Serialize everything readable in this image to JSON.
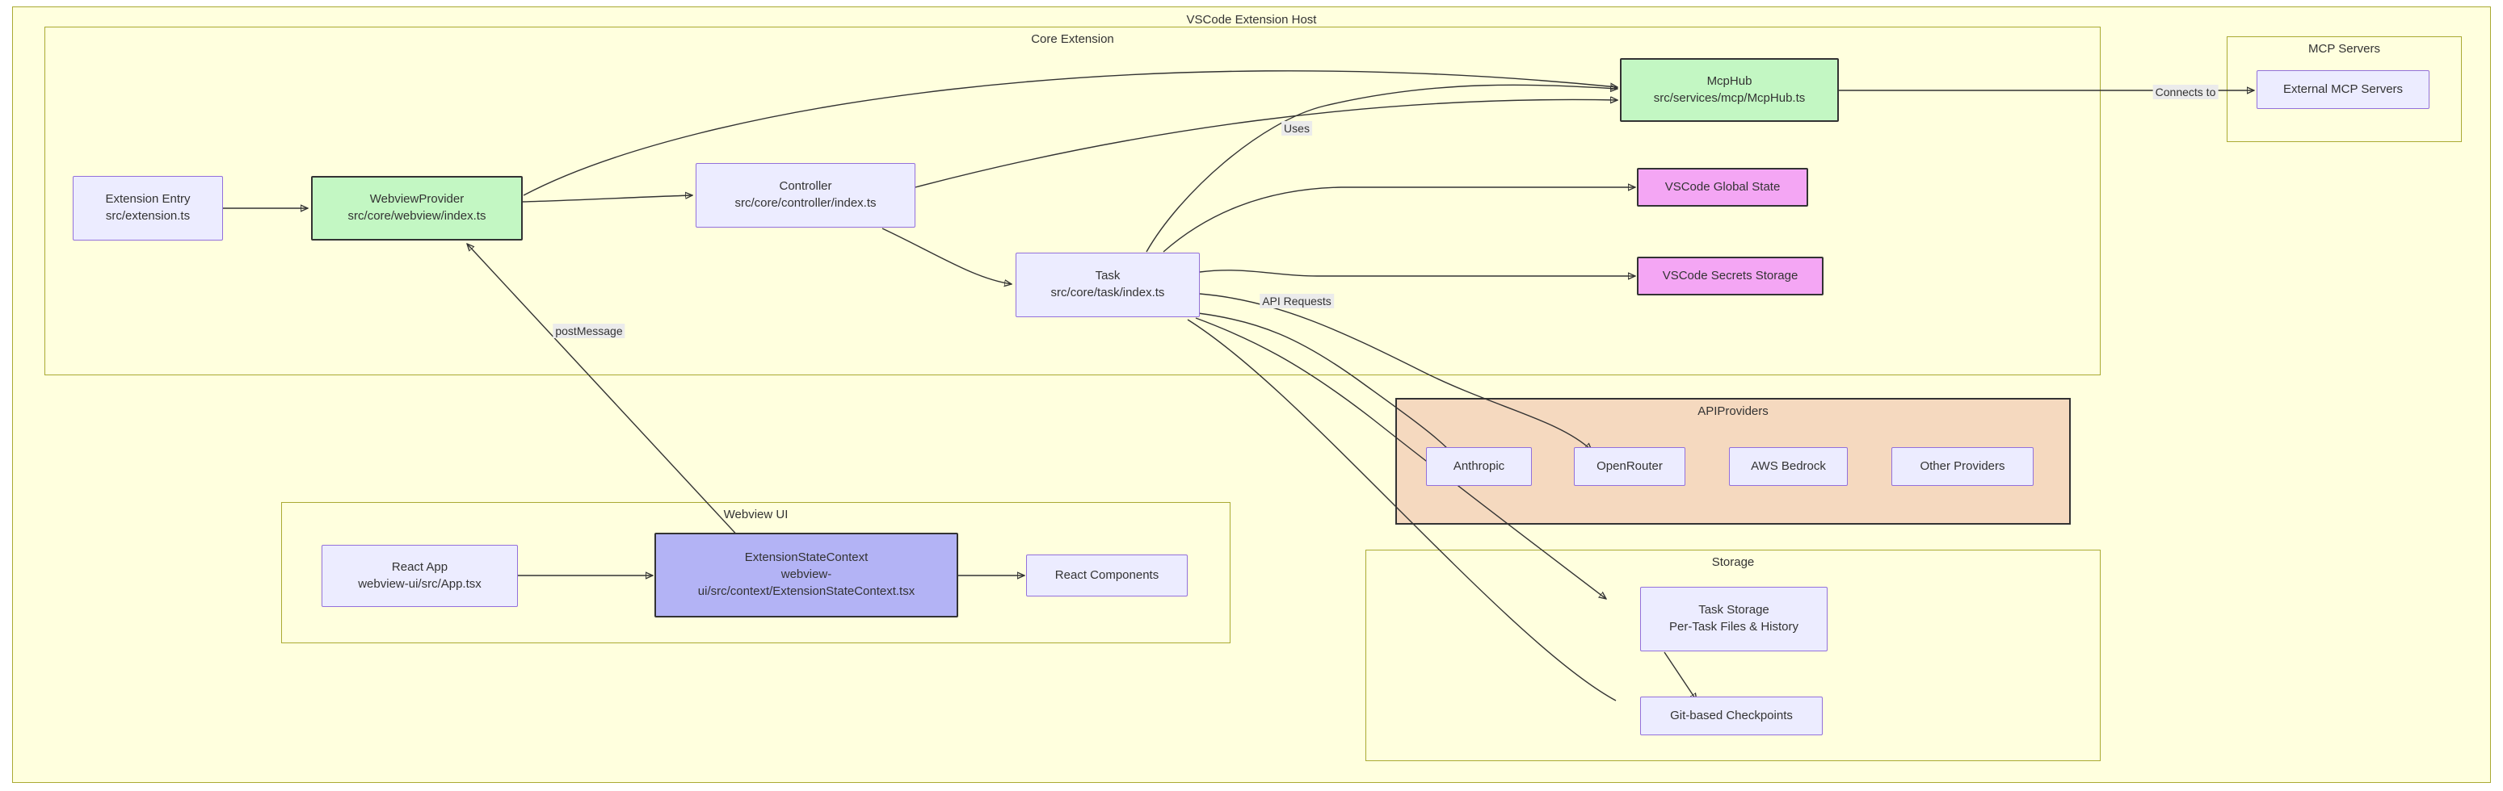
{
  "diagram": {
    "type": "flowchart",
    "title": "VSCode Extension Host",
    "containers": {
      "extension_host": {
        "label": "VSCode Extension Host"
      },
      "core_extension": {
        "label": "Core Extension"
      },
      "webview_ui": {
        "label": "Webview UI"
      },
      "api_providers": {
        "label": "APIProviders"
      },
      "storage": {
        "label": "Storage"
      },
      "mcp_servers": {
        "label": "MCP Servers"
      }
    },
    "nodes": {
      "extension_entry": {
        "line1": "Extension Entry",
        "line2": "src/extension.ts"
      },
      "webview_provider": {
        "line1": "WebviewProvider",
        "line2": "src/core/webview/index.ts"
      },
      "controller": {
        "line1": "Controller",
        "line2": "src/core/controller/index.ts"
      },
      "task": {
        "line1": "Task",
        "line2": "src/core/task/index.ts"
      },
      "mcp_hub": {
        "line1": "McpHub",
        "line2": "src/services/mcp/McpHub.ts"
      },
      "global_state": {
        "line1": "VSCode Global State"
      },
      "secrets_storage": {
        "line1": "VSCode Secrets Storage"
      },
      "external_mcp_servers": {
        "line1": "External MCP Servers"
      },
      "react_app": {
        "line1": "React App",
        "line2": "webview-ui/src/App.tsx"
      },
      "extension_state_context": {
        "line1": "ExtensionStateContext",
        "line2": "webview-",
        "line3": "ui/src/context/ExtensionStateContext.tsx"
      },
      "react_components": {
        "line1": "React Components"
      },
      "anthropic": {
        "line1": "Anthropic"
      },
      "openrouter": {
        "line1": "OpenRouter"
      },
      "aws_bedrock": {
        "line1": "AWS Bedrock"
      },
      "other_providers": {
        "line1": "Other Providers"
      },
      "task_storage": {
        "line1": "Task Storage",
        "line2": "Per-Task Files & History"
      },
      "git_checkpoints": {
        "line1": "Git-based Checkpoints"
      }
    },
    "edge_labels": {
      "uses": "Uses",
      "api_requests": "API Requests",
      "post_message": "postMessage",
      "connects_to": "Connects to"
    },
    "colors": {
      "subgraph_fill": "#ffffde",
      "subgraph_stroke": "#aaaa33",
      "default_node_fill": "#ececff",
      "default_node_stroke": "#9370db",
      "core_node_fill": "#c3f7c3",
      "vscode_node_fill": "#f4a6f4",
      "webview_node_fill": "#b3b3f5",
      "api_providers_fill": "#f5d9bf",
      "edge_stroke": "#333333",
      "text": "#333333"
    }
  }
}
